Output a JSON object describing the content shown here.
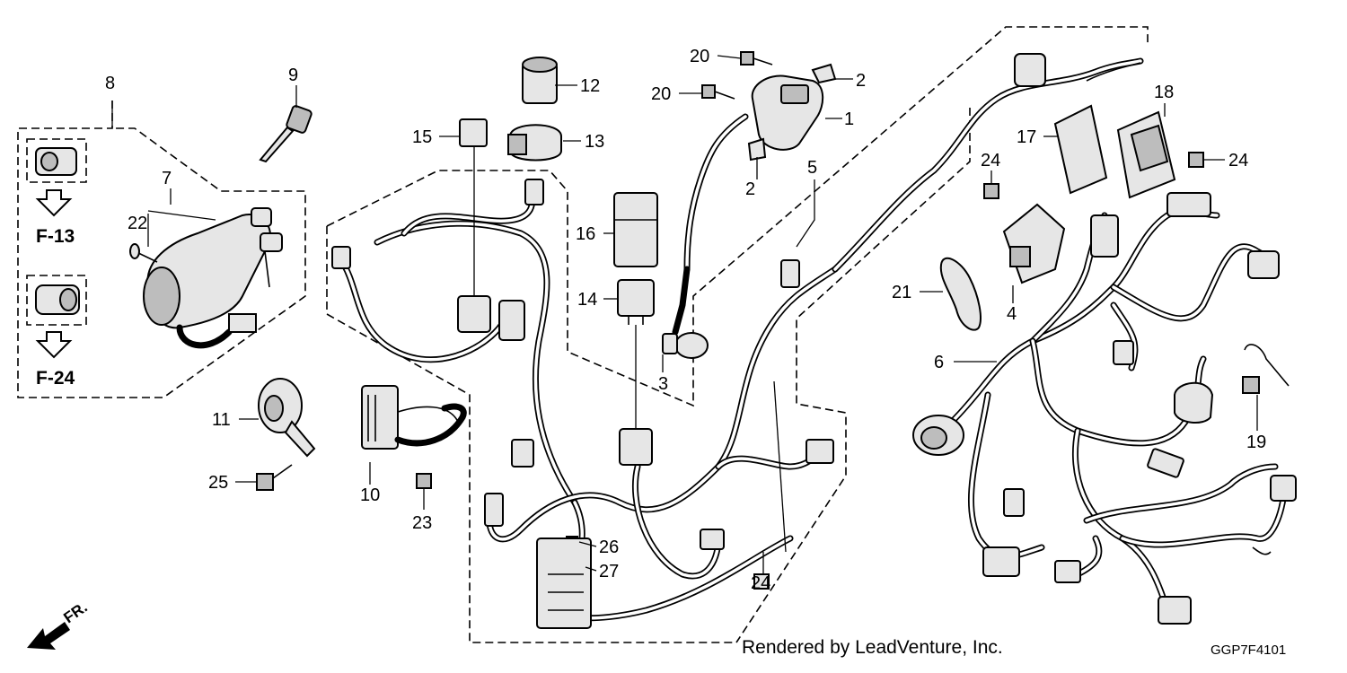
{
  "labels": {
    "l1": "1",
    "l2a": "2",
    "l2b": "2",
    "l3": "3",
    "l4": "4",
    "l5": "5",
    "l6": "6",
    "l7": "7",
    "l8": "8",
    "l9": "9",
    "l10": "10",
    "l11": "11",
    "l12": "12",
    "l13": "13",
    "l14": "14",
    "l15": "15",
    "l16": "16",
    "l17": "17",
    "l18": "18",
    "l19": "19",
    "l20a": "20",
    "l20b": "20",
    "l21": "21",
    "l22": "22",
    "l23": "23",
    "l24a": "24",
    "l24b": "24",
    "l24c": "24",
    "l25": "25",
    "l26": "26",
    "l27": "27"
  },
  "refs": {
    "f13": "F-13",
    "f24": "F-24"
  },
  "direction": "FR.",
  "footer": {
    "credit": "Rendered by LeadVenture, Inc.",
    "code": "GGP7F4101"
  }
}
